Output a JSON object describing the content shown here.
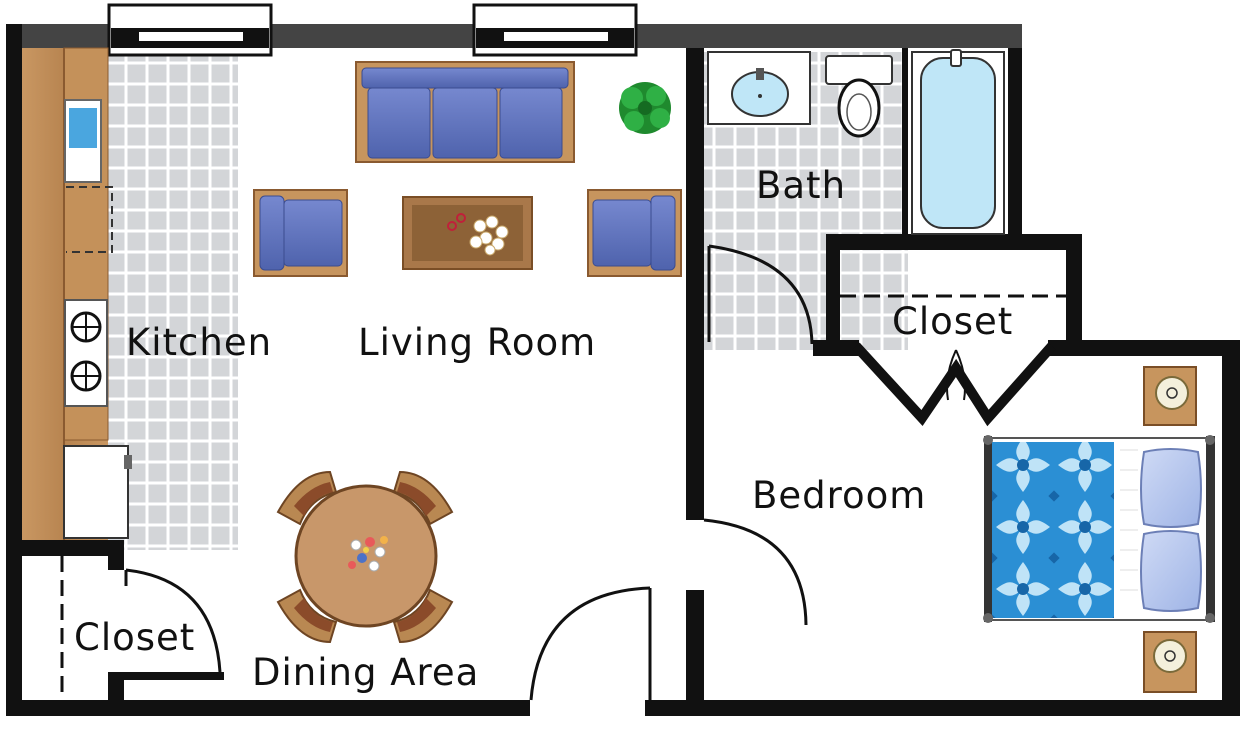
{
  "rooms": {
    "kitchen": "Kitchen",
    "living_room": "Living Room",
    "bath": "Bath",
    "closet_bedroom": "Closet",
    "bedroom": "Bedroom",
    "closet_entry": "Closet",
    "dining_area": "Dining Area"
  },
  "colors": {
    "wall": "#111111",
    "wall_top": "#444444",
    "tile": "#d3d5d8",
    "tile_grout": "#ffffff",
    "wood": "#b98852",
    "wood_dark": "#8a5a30",
    "upholstery": "#5b6fb8",
    "water": "#bfe6f7",
    "bed_pattern": "#2a8ed1",
    "pillow": "#b6c8ee",
    "plant": "#1f8a2e"
  }
}
